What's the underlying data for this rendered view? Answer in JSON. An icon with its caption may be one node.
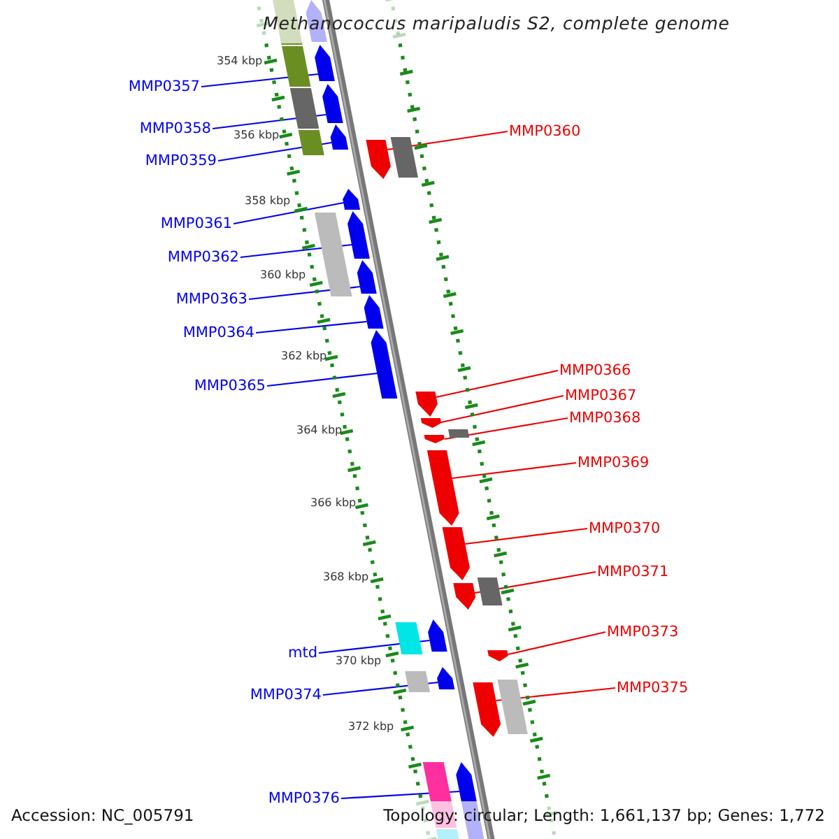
{
  "diagram": {
    "title": "Methanococcus maripaludis S2, complete genome",
    "nodes": [
      {
        "text": [
          "MMP0357"
        ]
      },
      {
        "text": [
          "MMP0358"
        ]
      },
      {
        "text": [
          "MMP0359"
        ]
      },
      {
        "text": [
          "MMP0360"
        ]
      },
      {
        "text": [
          "MMP0361"
        ]
      },
      {
        "text": [
          "MMP0362"
        ]
      },
      {
        "text": [
          "MMP0363"
        ]
      },
      {
        "text": [
          "MMP0364"
        ]
      },
      {
        "text": [
          "MMP0366"
        ]
      },
      {
        "text": [
          "MMP0365"
        ]
      },
      {
        "text": [
          "MMP0367"
        ]
      },
      {
        "text": [
          "MMP0368"
        ]
      },
      {
        "text": [
          "MMP0369"
        ]
      },
      {
        "text": [
          "MMP0370"
        ]
      },
      {
        "text": [
          "MMP0371"
        ]
      },
      {
        "text": [
          "MMP0373"
        ]
      },
      {
        "text": [
          "mtd"
        ]
      },
      {
        "text": [
          "MMP0374"
        ]
      },
      {
        "text": [
          "MMP0375"
        ]
      },
      {
        "text": [
          "MMP0376"
        ]
      },
      {
        "text": [],
        "shape": "pentagon"
      },
      {
        "text": [],
        "shape": "pentagon"
      },
      {
        "text": [],
        "shape": "pentagon"
      },
      {
        "text": [],
        "shape": "pentagon"
      },
      {
        "text": [],
        "shape": "pentagon"
      },
      {
        "text": [],
        "shape": "pentagon"
      },
      {
        "text": [],
        "shape": "pentagon"
      },
      {
        "text": [],
        "shape": "pentagon"
      },
      {
        "text": [],
        "shape": "pentagon"
      },
      {
        "text": [],
        "shape": "pentagon"
      },
      {
        "text": [],
        "shape": "pentagon"
      },
      {
        "text": [],
        "shape": "pentagon"
      },
      {
        "text": [],
        "shape": "pentagon"
      },
      {
        "text": [],
        "shape": "pentagon"
      },
      {
        "text": [],
        "shape": "pentagon"
      },
      {
        "text": [],
        "shape": "pentagon"
      },
      {
        "text": [],
        "shape": "pentagon"
      },
      {
        "text": [],
        "shape": "pentagon"
      },
      {
        "text": [],
        "shape": "pentagon"
      },
      {
        "text": [],
        "shape": "pentagon"
      },
      {
        "text": [],
        "shape": "pentagon"
      }
    ],
    "edges": [
      {
        "from": 0,
        "to": 21,
        "arrow": "none"
      },
      {
        "from": 1,
        "to": 22,
        "arrow": "none"
      },
      {
        "from": 2,
        "to": 23,
        "arrow": "none"
      },
      {
        "from": 3,
        "to": 24,
        "arrow": "none",
        "color": "#ee0000"
      },
      {
        "from": 4,
        "to": 25,
        "arrow": "none"
      },
      {
        "from": 5,
        "to": 26,
        "arrow": "none"
      },
      {
        "from": 6,
        "to": 27,
        "arrow": "none"
      },
      {
        "from": 7,
        "to": 28,
        "arrow": "none"
      },
      {
        "from": 8,
        "to": 30,
        "arrow": "none",
        "color": "#ee0000"
      },
      {
        "from": 9,
        "to": 29,
        "arrow": "none"
      },
      {
        "from": 10,
        "to": 31,
        "arrow": "none",
        "color": "#ee0000"
      },
      {
        "from": 11,
        "to": 32,
        "arrow": "none",
        "color": "#ee0000"
      },
      {
        "from": 12,
        "to": 33,
        "arrow": "none",
        "color": "#ee0000"
      },
      {
        "from": 13,
        "to": 34,
        "arrow": "none",
        "color": "#ee0000"
      },
      {
        "from": 14,
        "to": 35,
        "arrow": "none",
        "color": "#ee0000"
      },
      {
        "from": 15,
        "to": 37,
        "arrow": "none",
        "color": "#ee0000"
      },
      {
        "from": 16,
        "to": 36,
        "arrow": "none"
      },
      {
        "from": 17,
        "to": 38,
        "arrow": "none"
      },
      {
        "from": 18,
        "to": 39,
        "arrow": "none",
        "color": "#ee0000"
      },
      {
        "from": 19,
        "to": 40,
        "arrow": "none"
      }
    ],
    "labels": [
      "354 kbp",
      "356 kbp",
      "358 kbp",
      "360 kbp",
      "362 kbp",
      "364 kbp",
      "366 kbp",
      "368 kbp",
      "370 kbp",
      "372 kbp",
      "Accession: NC_005791",
      "Topology: circular; Length: 1,661,137 bp; Genes: 1,772"
    ]
  }
}
